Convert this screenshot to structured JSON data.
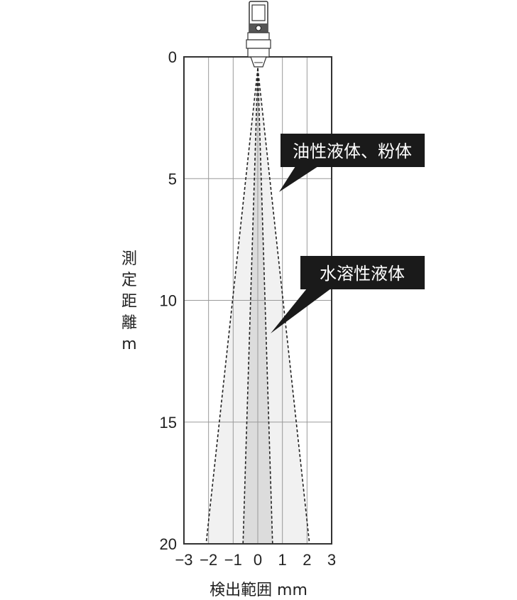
{
  "chart_data": {
    "type": "area",
    "xlabel": "検出範囲 mm",
    "ylabel": "測定距離 m",
    "ylabel_chars": [
      "測",
      "定",
      "距",
      "離",
      "m"
    ],
    "xlim": [
      -3,
      3
    ],
    "ylim": [
      0,
      20
    ],
    "y_inverted": true,
    "x_ticks": [
      "−3",
      "−2",
      "−1",
      "0",
      "1",
      "2",
      "3"
    ],
    "y_ticks": [
      "0",
      "5",
      "10",
      "15",
      "20"
    ],
    "grid": true,
    "series": [
      {
        "name": "油性液体、粉体",
        "beam_half_width_at_bottom_mm": 2.1
      },
      {
        "name": "水溶性液体",
        "beam_half_width_at_bottom_mm": 0.6
      }
    ],
    "colors": {
      "outer_fill": "#f1f1f1",
      "inner_fill": "#dcdcdc",
      "callout_bg": "#1a1a1a",
      "frame": "#333333",
      "grid": "#9a9a9a"
    }
  }
}
